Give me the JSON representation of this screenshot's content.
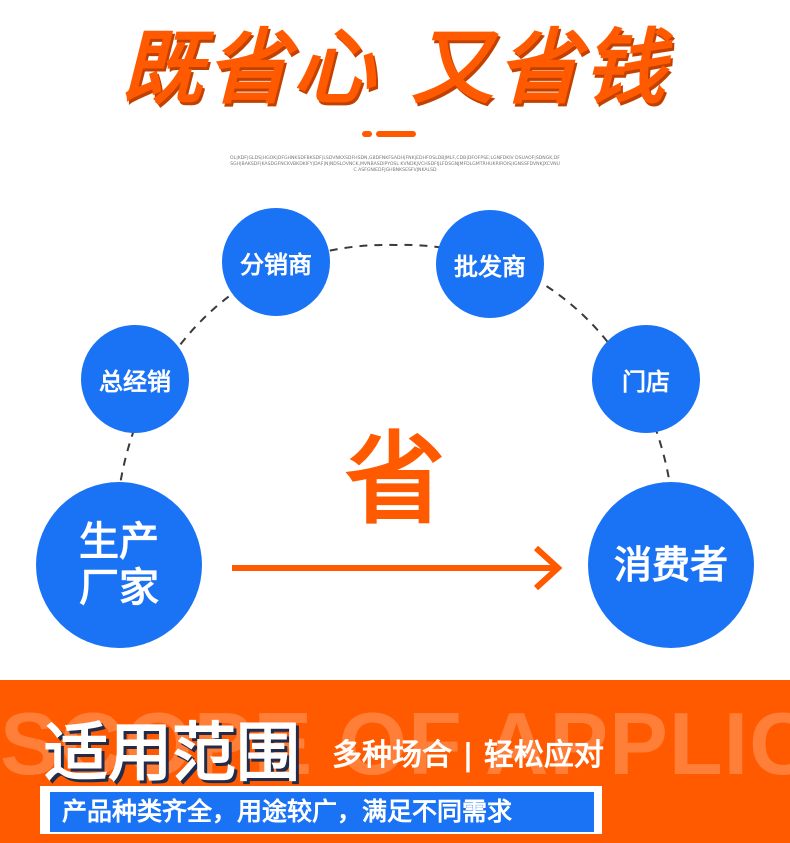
{
  "header": {
    "title": "既省心 又省钱",
    "tiny_text": "OL|KDF|GLDS|HGOK|DFGHNKSDFBKSDF|LSDVNKXSDFHSDN,GBDFNKFSADH|FNK|EDHFOSLDBJMLF,CDB|DFOFPSE;LGNFDKIV DSUAOF|SDNGK,DFSGH|BAKSDF|KASDGFNCKVBKDKIFY|DAF|N|NDSLOVNCK,MVNBASDIPYOSL KVNDKJVCHSDFIJLFDSGNJMFDLGMTRHUKRIROIS|IGNSSFDVNKJXCVNUC ASFGNIEDFJGHBNKSESFVJNKALSD"
  },
  "flow": {
    "start": "生产\n厂家",
    "end": "消费者",
    "middle": "省",
    "nodes": {
      "general_distributor": "总经销",
      "distributor": "分销商",
      "wholesaler": "批发商",
      "store": "门店"
    }
  },
  "footer": {
    "watermark": "SCOPE OF APPLICATION",
    "title": "适用范围",
    "subtitle": "多种场合 | 轻松应对",
    "banner": "产品种类齐全，用途较广，满足不同需求"
  },
  "colors": {
    "accent": "#ff5a00",
    "primary": "#1a73f5",
    "dark": "#232b4a"
  }
}
